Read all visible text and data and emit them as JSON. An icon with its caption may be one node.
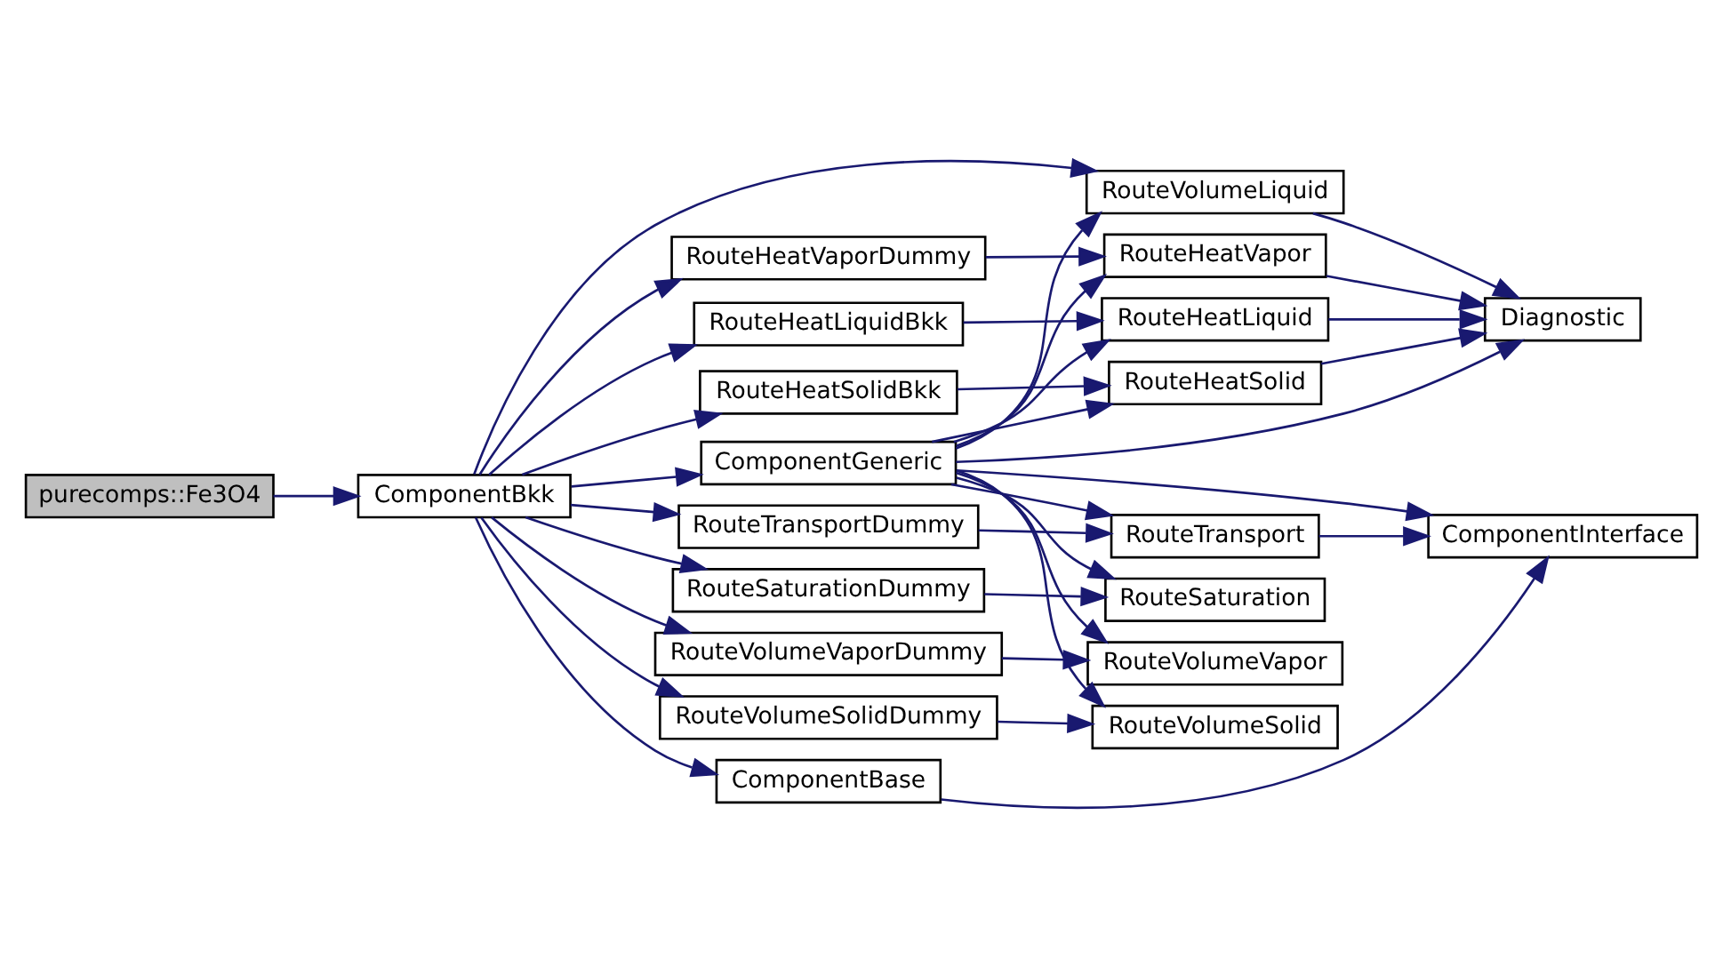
{
  "diagram": {
    "nodes": [
      {
        "text": [
          "Diagnostic"
        ]
      },
      {
        "text": [
          "ComponentInterface"
        ]
      },
      {
        "text": [
          "RouteHeatVapor"
        ]
      },
      {
        "text": [
          "RouteHeatLiquid"
        ]
      },
      {
        "text": [
          "RouteHeatSolid"
        ]
      },
      {
        "text": [
          "RouteVolumeLiquid"
        ]
      },
      {
        "text": [
          "RouteTransport"
        ]
      },
      {
        "text": [
          "RouteSaturation"
        ]
      },
      {
        "text": [
          "RouteVolumeVapor"
        ]
      },
      {
        "text": [
          "RouteVolumeSolid"
        ]
      },
      {
        "text": [
          "RouteHeatVaporDummy"
        ]
      },
      {
        "text": [
          "RouteHeatLiquidBkk"
        ]
      },
      {
        "text": [
          "RouteHeatSolidBkk"
        ]
      },
      {
        "text": [
          "ComponentGeneric"
        ]
      },
      {
        "text": [
          "RouteTransportDummy"
        ]
      },
      {
        "text": [
          "RouteSaturationDummy"
        ]
      },
      {
        "text": [
          "RouteVolumeVaporDummy"
        ]
      },
      {
        "text": [
          "RouteVolumeSolidDummy"
        ]
      },
      {
        "text": [
          "ComponentBase"
        ]
      },
      {
        "text": [
          "ComponentBkk"
        ]
      },
      {
        "text": [
          "purecomps::Fe3O4"
        ]
      }
    ],
    "edges": [
      {
        "from": 2,
        "to": 0,
        "arrow": "to"
      },
      {
        "from": 3,
        "to": 0,
        "arrow": "to"
      },
      {
        "from": 4,
        "to": 0,
        "arrow": "to"
      },
      {
        "from": 5,
        "to": 0,
        "arrow": "to"
      },
      {
        "from": 13,
        "to": 0,
        "arrow": "to"
      },
      {
        "from": 13,
        "to": 1,
        "arrow": "to"
      },
      {
        "from": 6,
        "to": 1,
        "arrow": "to"
      },
      {
        "from": 18,
        "to": 1,
        "arrow": "to"
      },
      {
        "from": 10,
        "to": 2,
        "arrow": "to"
      },
      {
        "from": 13,
        "to": 2,
        "arrow": "to"
      },
      {
        "from": 11,
        "to": 3,
        "arrow": "to"
      },
      {
        "from": 13,
        "to": 3,
        "arrow": "to"
      },
      {
        "from": 12,
        "to": 4,
        "arrow": "to"
      },
      {
        "from": 13,
        "to": 4,
        "arrow": "to"
      },
      {
        "from": 13,
        "to": 5,
        "arrow": "to"
      },
      {
        "from": 19,
        "to": 5,
        "arrow": "to"
      },
      {
        "from": 13,
        "to": 6,
        "arrow": "to"
      },
      {
        "from": 14,
        "to": 6,
        "arrow": "to"
      },
      {
        "from": 13,
        "to": 7,
        "arrow": "to"
      },
      {
        "from": 15,
        "to": 7,
        "arrow": "to"
      },
      {
        "from": 13,
        "to": 8,
        "arrow": "to"
      },
      {
        "from": 16,
        "to": 8,
        "arrow": "to"
      },
      {
        "from": 13,
        "to": 9,
        "arrow": "to"
      },
      {
        "from": 17,
        "to": 9,
        "arrow": "to"
      },
      {
        "from": 19,
        "to": 10,
        "arrow": "to"
      },
      {
        "from": 19,
        "to": 11,
        "arrow": "to"
      },
      {
        "from": 19,
        "to": 12,
        "arrow": "to"
      },
      {
        "from": 19,
        "to": 13,
        "arrow": "to"
      },
      {
        "from": 19,
        "to": 14,
        "arrow": "to"
      },
      {
        "from": 19,
        "to": 15,
        "arrow": "to"
      },
      {
        "from": 19,
        "to": 16,
        "arrow": "to"
      },
      {
        "from": 19,
        "to": 17,
        "arrow": "to"
      },
      {
        "from": 19,
        "to": 18,
        "arrow": "to"
      },
      {
        "from": 20,
        "to": 19,
        "arrow": "to"
      }
    ]
  }
}
